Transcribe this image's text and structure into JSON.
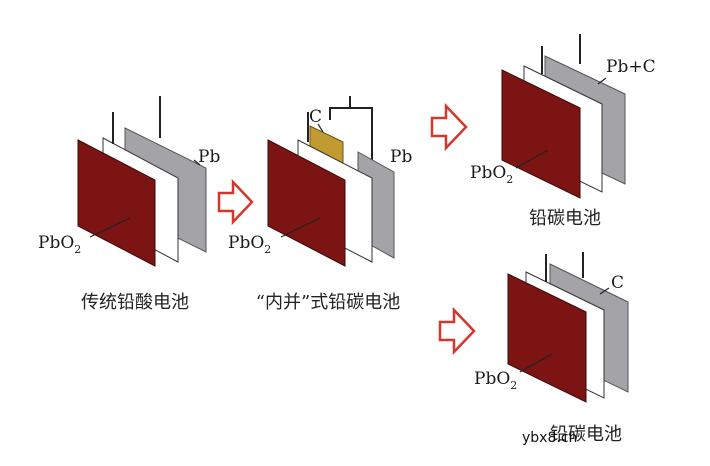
{
  "colors": {
    "pbo2_plate": "#7b1413",
    "pb_plate": "#a3a3a8",
    "separator": "#ffffff",
    "carbon_plate": "#c19a32",
    "arrow_outline": "#d6372a"
  },
  "labels": {
    "pb": "Pb",
    "pbo2_base": "PbO",
    "pbo2_sub": "2",
    "c": "C",
    "pb_c": "Pb+C"
  },
  "captions": {
    "traditional": "传统铅酸电池",
    "internal_parallel": "“内并”式铅碳电池",
    "lead_carbon_1": "铅碳电池",
    "lead_carbon_2": "铅碳电池"
  },
  "watermark": "ybx8.cn"
}
